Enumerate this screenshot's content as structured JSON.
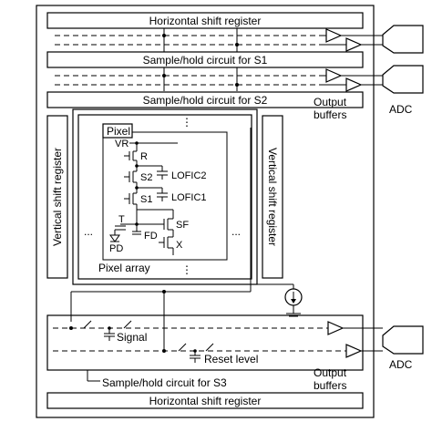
{
  "labels": {
    "h_shift_top": "Horizontal shift register",
    "sh_s1": "Sample/hold circuit for S1",
    "sh_s2": "Sample/hold circuit for S2",
    "sh_s3": "Sample/hold circuit for S3",
    "h_shift_bottom": "Horizontal shift register",
    "v_shift_left": "Vertical shift register",
    "v_shift_right": "Vertical shift register",
    "pixel": "Pixel",
    "pixel_array": "Pixel array",
    "vr": "VR",
    "r": "R",
    "s2": "S2",
    "s1": "S1",
    "lofic2": "LOFIC2",
    "lofic1": "LOFIC1",
    "t": "T",
    "sf": "SF",
    "x": "X",
    "pd": "PD",
    "fd": "FD",
    "signal": "Signal",
    "reset_level": "Reset level",
    "output_buffers_top_1": "Output",
    "output_buffers_top_2": "buffers",
    "output_buffers_bottom_1": "Output",
    "output_buffers_bottom_2": "buffers",
    "adc_top": "ADC",
    "adc_bottom": "ADC",
    "ellipsis_h": "...",
    "ellipsis_v": "⋮"
  }
}
